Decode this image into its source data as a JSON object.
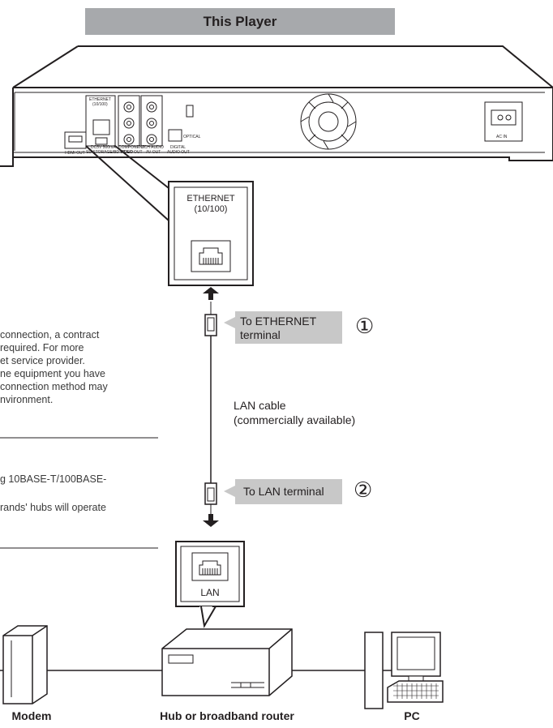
{
  "header": {
    "title": "This Player"
  },
  "player_panel": {
    "ethernet_label": "ETHERNET",
    "ethernet_speed": "(10/100)",
    "hdmi_out": "HDMI OUT",
    "dc_label": "DC5V 500mA",
    "storage_label": "SD STORAGE/BD VIDEO",
    "component_label": "COMPONENT",
    "video_out": "VIDEO OUT",
    "audio_label": "2CH AUDIO",
    "av_out": "AV OUT",
    "optical_label": "OPTICAL",
    "digital_audio": "DIGITAL",
    "audio_out": "AUDIO OUT",
    "ac_in": "AC IN"
  },
  "zoom_ethernet": {
    "line1": "ETHERNET",
    "line2": "(10/100)"
  },
  "cable": {
    "to_ethernet_line1": "To ETHERNET",
    "to_ethernet_line2": "terminal",
    "step1": "①",
    "lan_cable_line1": "LAN cable",
    "lan_cable_line2": "(commercially available)",
    "to_lan": "To LAN terminal",
    "step2": "②"
  },
  "zoom_lan": {
    "label": "LAN"
  },
  "devices": {
    "modem": "Modem",
    "router": "Hub or broadband router",
    "pc": "PC"
  },
  "notes": {
    "line1": "connection, a contract",
    "line2": "required. For more",
    "line3": "et service provider.",
    "line4": "ne equipment you have",
    "line5": "connection method may",
    "line6": "nvironment.",
    "line7": "g 10BASE-T/100BASE-",
    "line8": "rands' hubs will operate"
  }
}
